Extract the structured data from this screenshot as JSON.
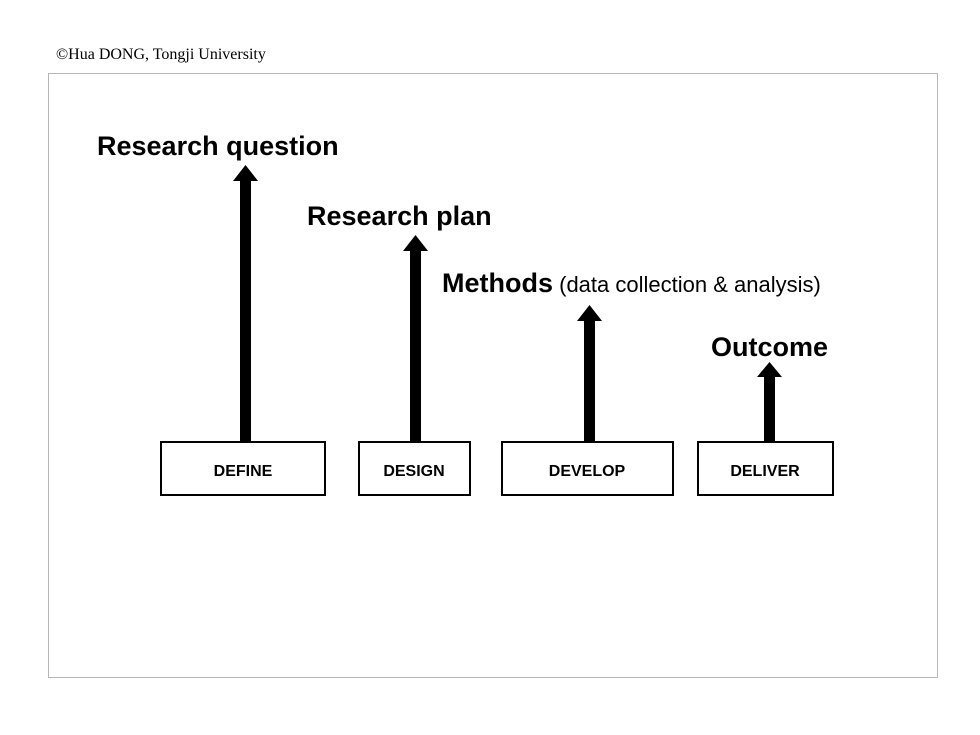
{
  "copyright": "©Hua DONG, Tongji University",
  "phases": [
    {
      "label": "DEFINE",
      "outcome": "Research question",
      "note": ""
    },
    {
      "label": "DESIGN",
      "outcome": "Research plan",
      "note": ""
    },
    {
      "label": "DEVELOP",
      "outcome": "Methods",
      "note": " (data collection & analysis)"
    },
    {
      "label": "DELIVER",
      "outcome": "Outcome",
      "note": ""
    }
  ],
  "colors": {
    "ink": "#000000",
    "frame": "#b7b7b7",
    "background": "#ffffff"
  },
  "icons": [
    "arrow-up-icon"
  ]
}
